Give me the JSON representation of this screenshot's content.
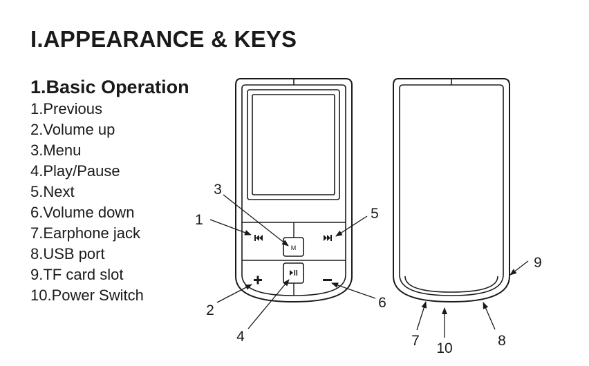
{
  "heading": "I.APPEARANCE & KEYS",
  "section_title": "1.Basic Operation",
  "keys": [
    "1.Previous",
    "2.Volume up",
    "3.Menu",
    "4.Play/Pause",
    "5.Next",
    "6.Volume down",
    "7.Earphone jack",
    "8.USB port",
    "9.TF card slot",
    "10.Power Switch"
  ],
  "callouts": {
    "previous": "1",
    "volume_up": "2",
    "menu": "3",
    "play_pause": "4",
    "next": "5",
    "volume_down": "6",
    "earphone_jack": "7",
    "usb_port": "8",
    "tf_card_slot": "9",
    "power_switch": "10"
  },
  "button_glyphs": {
    "menu": "M",
    "previous": "prev-icon",
    "next": "next-icon",
    "play_pause": "play-pause-icon",
    "volume_up": "plus-icon",
    "volume_down": "minus-icon"
  }
}
